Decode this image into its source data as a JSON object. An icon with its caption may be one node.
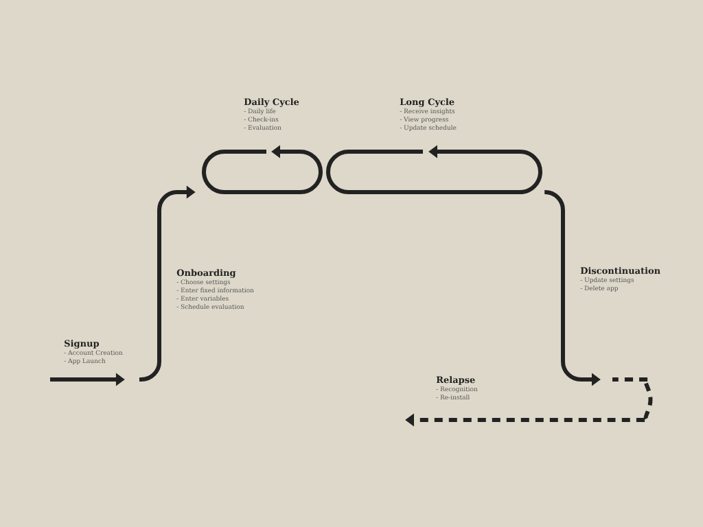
{
  "diagram": {
    "nodes": [
      {
        "text": [
          "Signup",
          "- Account Creation",
          "- App Launch"
        ]
      },
      {
        "text": [
          "Onboarding",
          "- Choose settings",
          "- Enter fixed information",
          "- Enter variables",
          "- Schedule evaluation"
        ]
      },
      {
        "text": [
          "Daily Cycle",
          "- Daily life",
          "- Check-ins",
          "- Evaluation"
        ]
      },
      {
        "text": [
          "Long Cycle",
          "- Receive insights",
          "- View progress",
          "- Update schedule"
        ]
      },
      {
        "text": [
          "Discontinuation",
          "- Update settings",
          "- Delete app"
        ]
      },
      {
        "text": [
          "Relapse",
          "- Recognition",
          "- Re-install"
        ]
      },
      {
        "text": [],
        "shape": "loop"
      },
      {
        "text": [],
        "shape": "loop"
      }
    ],
    "edges": [
      {
        "from": null,
        "to": 0,
        "arrow": "to"
      },
      {
        "from": null,
        "to": 6,
        "arrow": "to"
      },
      {
        "from": 7,
        "to": null,
        "arrow": "to"
      },
      {
        "from": null,
        "to": 5,
        "arrow": "to",
        "style": "dashed"
      }
    ]
  }
}
